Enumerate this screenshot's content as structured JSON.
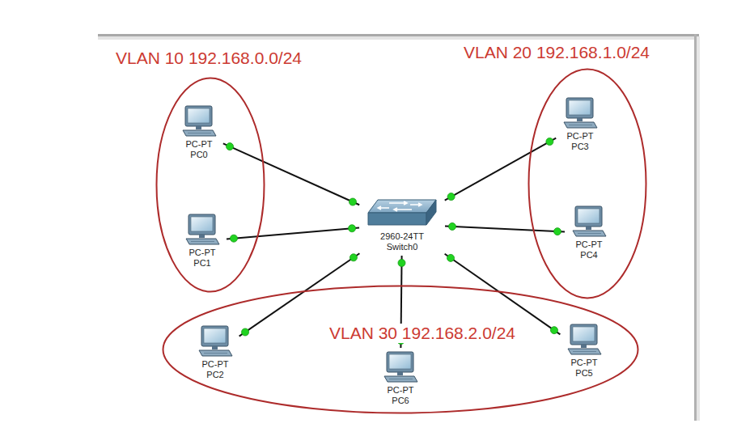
{
  "diagram": {
    "nodes": [
      {
        "text": [
          "VLAN 10 192.168.0.0/24"
        ]
      },
      {
        "text": [
          "PC-PT",
          "PC0"
        ],
        "in": 0
      },
      {
        "text": [
          "PC-PT",
          "PC1"
        ],
        "in": 0
      },
      {
        "text": [
          "VLAN 20 192.168.1.0/24"
        ]
      },
      {
        "text": [
          "PC-PT",
          "PC3"
        ],
        "in": 3
      },
      {
        "text": [
          "PC-PT",
          "PC4"
        ],
        "in": 3
      },
      {
        "text": [
          "2960-24TT",
          "Switch0"
        ]
      },
      {
        "text": [
          "VLAN 30 192.168.2.0/24"
        ]
      },
      {
        "text": [
          "PC-PT",
          "PC2"
        ],
        "in": 7
      },
      {
        "text": [
          "PC-PT",
          "PC6"
        ],
        "in": 7
      },
      {
        "text": [
          "PC-PT",
          "PC5"
        ],
        "in": 7
      }
    ],
    "edges": [
      {
        "from": 6,
        "to": 1,
        "arrow": "none"
      },
      {
        "from": 6,
        "to": 2,
        "arrow": "none"
      },
      {
        "from": 6,
        "to": 4,
        "arrow": "none"
      },
      {
        "from": 6,
        "to": 5,
        "arrow": "none"
      },
      {
        "from": 6,
        "to": 8,
        "arrow": "none"
      },
      {
        "from": 6,
        "to": 9,
        "arrow": "none"
      },
      {
        "from": 6,
        "to": 10,
        "arrow": "none"
      }
    ]
  }
}
